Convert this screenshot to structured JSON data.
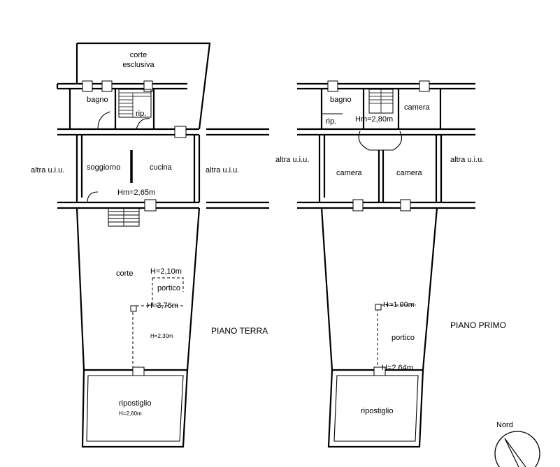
{
  "plan_left": {
    "title": "PIANO TERRA",
    "rooms": {
      "corte_esclusiva_1": "corte",
      "corte_esclusiva_2": "esclusiva",
      "bagno": "bagno",
      "rip": "rip.",
      "soggiorno": "soggiorno",
      "cucina": "cucina",
      "altra_left": "altra u.i.u.",
      "altra_right": "altra u.i.u.",
      "corte": "corte",
      "portico": "portico",
      "ripostiglio": "ripostiglio"
    },
    "heights": {
      "hm": "Hm=2,65m",
      "h_portico_top": "H=2,10m",
      "h_portico_mid": "H=3,76m",
      "h_portico_low": "H=2,30m",
      "h_ripostiglio": "H=2,60m"
    }
  },
  "plan_right": {
    "title": "PIANO PRIMO",
    "rooms": {
      "bagno": "bagno",
      "rip": "rip.",
      "camera_top": "camera",
      "camera_left": "camera",
      "camera_right": "camera",
      "altra_left": "altra u.i.u.",
      "altra_right": "altra u.i.u.",
      "portico": "portico",
      "ripostiglio": "ripostiglio"
    },
    "heights": {
      "hm": "Hm=2,80m",
      "h_portico_top": "H=1.00m",
      "h_portico_low": "H=2.64m"
    }
  },
  "north": {
    "label": "Nord"
  }
}
